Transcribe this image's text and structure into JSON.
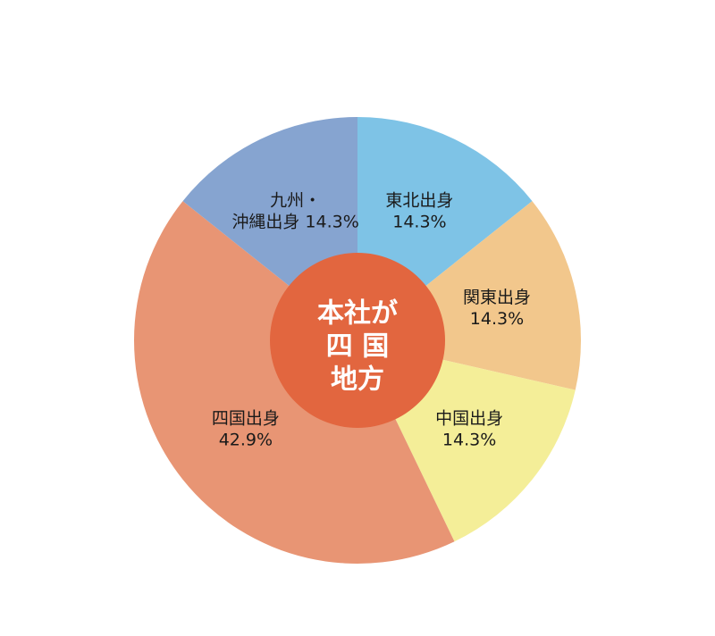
{
  "chart_data": {
    "type": "pie",
    "segments": [
      {
        "label_lines": [
          "東北出身",
          "14.3%"
        ],
        "value": 14.3,
        "color": "#7EC3E6"
      },
      {
        "label_lines": [
          "関東出身",
          "14.3%"
        ],
        "value": 14.3,
        "color": "#F2C78C"
      },
      {
        "label_lines": [
          "中国出身",
          "14.3%"
        ],
        "value": 14.3,
        "color": "#F4EE98"
      },
      {
        "label_lines": [
          "四国出身",
          "42.9%"
        ],
        "value": 42.9,
        "color": "#E89574"
      },
      {
        "label_lines": [
          "九州・",
          "沖縄出身 14.3%"
        ],
        "value": 14.3,
        "color": "#86A4D0"
      }
    ],
    "center_label": [
      "本社が",
      "四 国",
      "地方"
    ],
    "center_color": "#E2663F"
  }
}
